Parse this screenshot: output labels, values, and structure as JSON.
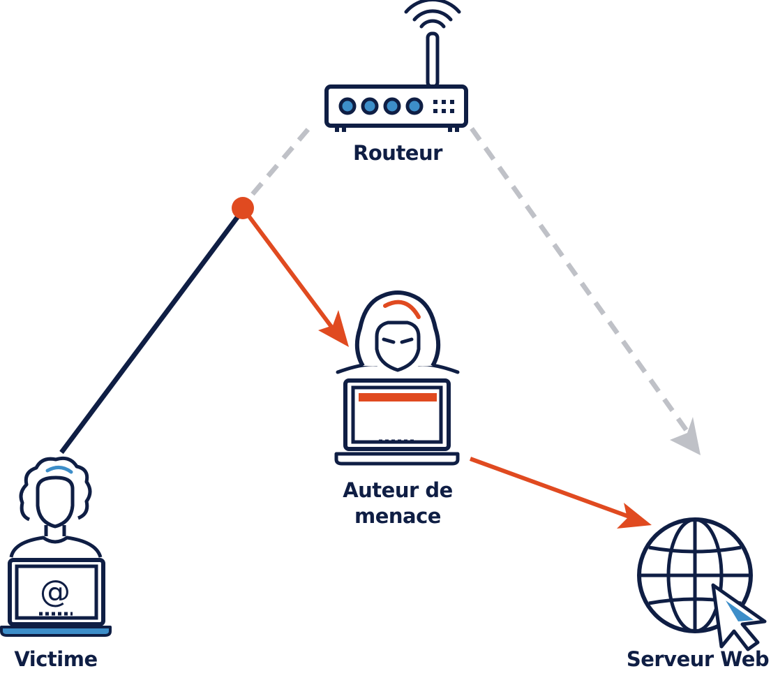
{
  "colors": {
    "navy": "#0f1e44",
    "orange": "#e04a20",
    "gray": "#bfc1c7",
    "blue": "#3d8ec9",
    "white": "#ffffff"
  },
  "nodes": {
    "router": {
      "label": "Routeur",
      "icon": "router-icon"
    },
    "threat_actor": {
      "label_line1": "Auteur de",
      "label_line2": "menace",
      "icon": "hooded-hacker-icon"
    },
    "victim": {
      "label": "Victime",
      "icon": "user-laptop-email-icon"
    },
    "web_server": {
      "label": "Serveur Web",
      "icon": "globe-cursor-icon"
    }
  },
  "connections": [
    {
      "from": "victim",
      "to": "interception-point",
      "style": "solid",
      "color": "navy"
    },
    {
      "from": "interception-point",
      "to": "router",
      "style": "dashed",
      "color": "gray"
    },
    {
      "from": "router",
      "to": "web_server",
      "style": "dashed-arrow",
      "color": "gray"
    },
    {
      "from": "interception-point",
      "to": "threat_actor",
      "style": "arrow",
      "color": "orange"
    },
    {
      "from": "threat_actor",
      "to": "web_server",
      "style": "arrow",
      "color": "orange"
    }
  ]
}
